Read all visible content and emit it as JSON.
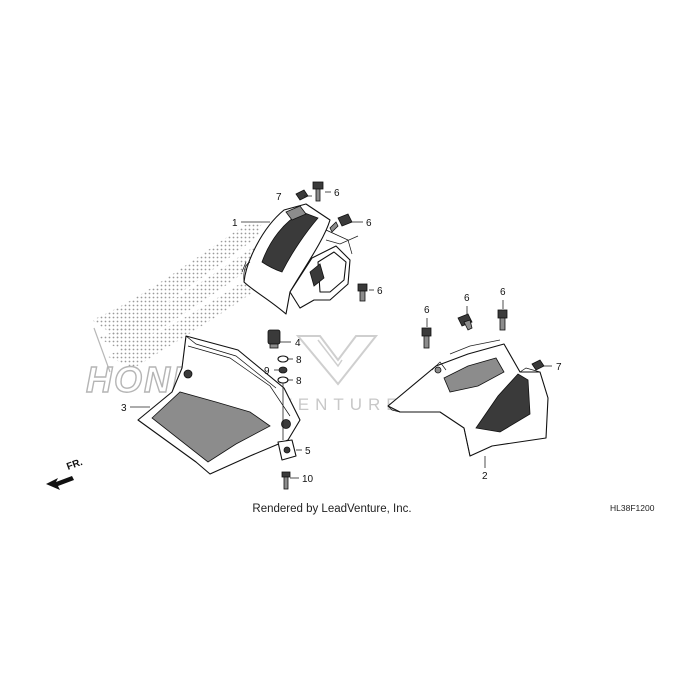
{
  "credit": "Rendered by LeadVenture, Inc.",
  "diagram_code": "HL38F1200",
  "direction_label": "FR.",
  "watermark": {
    "brand_text": "HONDA",
    "logo_text": "LEADVENTURE"
  },
  "callouts": {
    "c1": "1",
    "c2": "2",
    "c3": "3",
    "c4": "4",
    "c5": "5",
    "c6a": "6",
    "c6b": "6",
    "c6c": "6",
    "c6d": "6",
    "c6e": "6",
    "c6f": "6",
    "c7a": "7",
    "c7b": "7",
    "c8a": "8",
    "c8b": "8",
    "c9": "9",
    "c10": "10"
  }
}
